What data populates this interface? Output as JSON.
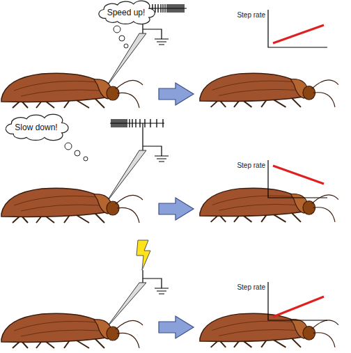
{
  "diagram": {
    "nodes": [
      {
        "text": [
          "Speed up!"
        ]
      },
      {
        "text": [
          "Slow down!"
        ]
      }
    ],
    "labels": [
      "Step rate",
      "Step rate",
      "Step rate"
    ]
  }
}
